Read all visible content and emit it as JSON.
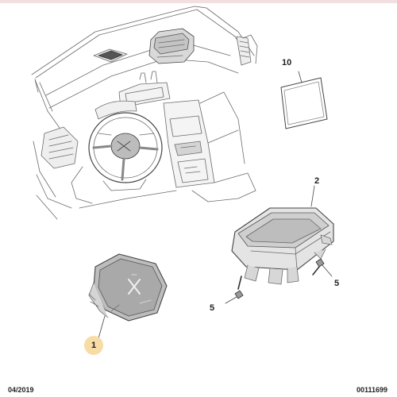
{
  "header": {
    "accent_color": "#f1dfe2"
  },
  "callouts": {
    "ref_10": "10",
    "ref_2": "2",
    "ref_5_right": "5",
    "ref_5_left": "5",
    "ref_1": "1"
  },
  "badge": {
    "color": "#f7dca6"
  },
  "footer": {
    "date": "04/2019",
    "doc_number": "00111699"
  },
  "parts": [
    {
      "ref": "1",
      "name": "steering-wheel-airbag"
    },
    {
      "ref": "2",
      "name": "passenger-airbag"
    },
    {
      "ref": "5",
      "name": "screw"
    },
    {
      "ref": "10",
      "name": "label"
    }
  ]
}
